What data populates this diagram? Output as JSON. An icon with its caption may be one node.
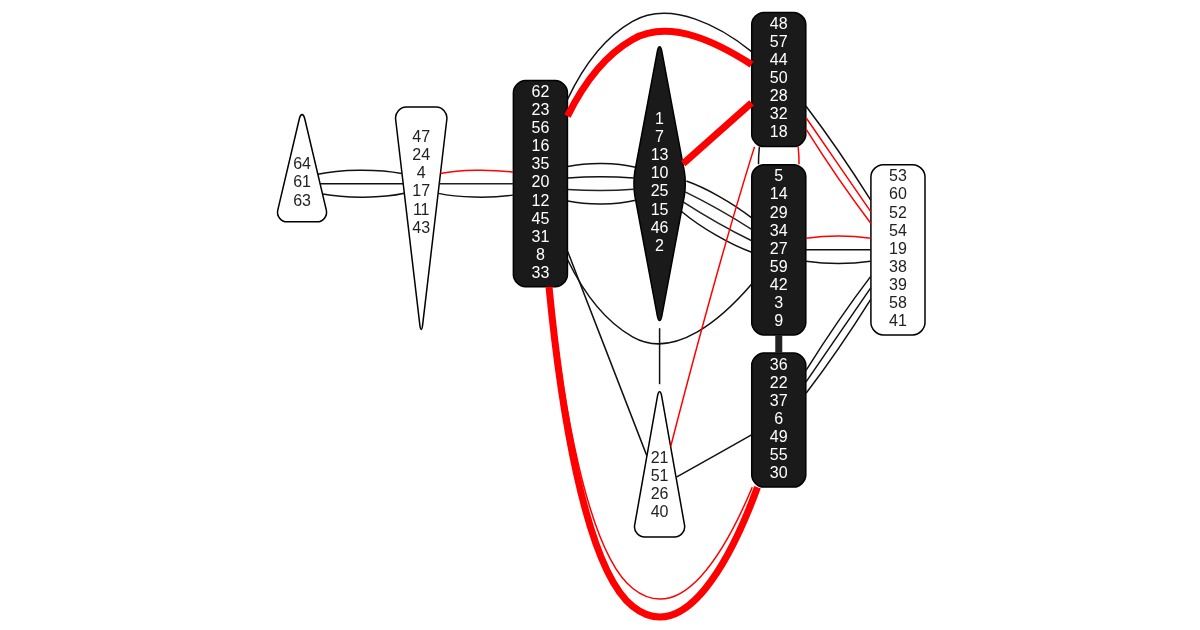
{
  "diagram": {
    "nodes": [
      {
        "text": [
          "64",
          "61",
          "63"
        ]
      },
      {
        "text": [
          "47",
          "24",
          "4",
          "17",
          "11",
          "43"
        ]
      },
      {
        "text": [
          "62",
          "23",
          "56",
          "16",
          "35",
          "20",
          "12",
          "45",
          "31",
          "8",
          "33"
        ]
      },
      {
        "text": [
          "1",
          "7",
          "13",
          "10",
          "25",
          "15",
          "46",
          "2"
        ]
      },
      {
        "text": [
          "21",
          "51",
          "26",
          "40"
        ]
      },
      {
        "text": [
          "48",
          "57",
          "44",
          "50",
          "28",
          "32",
          "18"
        ]
      },
      {
        "text": [
          "5",
          "14",
          "29",
          "34",
          "27",
          "59",
          "42",
          "3",
          "9"
        ]
      },
      {
        "text": [
          "36",
          "22",
          "37",
          "6",
          "49",
          "55",
          "30"
        ]
      },
      {
        "text": [
          "53",
          "60",
          "52",
          "54",
          "19",
          "38",
          "39",
          "58",
          "41"
        ]
      }
    ],
    "edges": [
      {
        "from": 0,
        "to": 1,
        "arrow": "none"
      },
      {
        "from": 0,
        "to": 1,
        "arrow": "none"
      },
      {
        "from": 0,
        "to": 1,
        "arrow": "none"
      },
      {
        "from": 1,
        "to": 2,
        "arrow": "none"
      },
      {
        "from": 1,
        "to": 2,
        "arrow": "none",
        "color": "#222222"
      },
      {
        "from": 1,
        "to": 2,
        "arrow": "none",
        "color": "#ff0000"
      },
      {
        "from": 2,
        "to": 3,
        "arrow": "none"
      },
      {
        "from": 2,
        "to": 3,
        "arrow": "none",
        "color": "#222222"
      },
      {
        "from": 2,
        "to": 3,
        "arrow": "none"
      },
      {
        "from": 2,
        "to": 3,
        "arrow": "none"
      },
      {
        "from": 2,
        "to": 4,
        "arrow": "none"
      },
      {
        "from": 2,
        "to": 5,
        "arrow": "none",
        "style": "thick",
        "color": "#ff0000"
      },
      {
        "from": 2,
        "to": 5,
        "arrow": "none"
      },
      {
        "from": 2,
        "to": 6,
        "arrow": "none"
      },
      {
        "from": 2,
        "to": 7,
        "arrow": "none",
        "style": "thick",
        "color": "#ff0000"
      },
      {
        "from": 2,
        "to": 7,
        "arrow": "none",
        "color": "#ff0000"
      },
      {
        "from": 3,
        "to": 5,
        "arrow": "none",
        "style": "thick",
        "color": "#ff0000"
      },
      {
        "from": 3,
        "to": 6,
        "arrow": "none"
      },
      {
        "from": 3,
        "to": 6,
        "arrow": "none",
        "color": "#222222"
      },
      {
        "from": 3,
        "to": 6,
        "arrow": "none",
        "color": "#222222"
      },
      {
        "from": 3,
        "to": 6,
        "arrow": "none"
      },
      {
        "from": 3,
        "to": 4,
        "arrow": "none"
      },
      {
        "from": 4,
        "to": 5,
        "arrow": "none",
        "color": "#ff0000"
      },
      {
        "from": 4,
        "to": 7,
        "arrow": "none"
      },
      {
        "from": 5,
        "to": 6,
        "arrow": "none",
        "color": "#ff0000"
      },
      {
        "from": 5,
        "to": 6,
        "arrow": "none"
      },
      {
        "from": 6,
        "to": 7,
        "arrow": "none",
        "style": "thick",
        "color": "#222222"
      },
      {
        "from": 5,
        "to": 8,
        "arrow": "none",
        "color": "#ff0000"
      },
      {
        "from": 5,
        "to": 8,
        "arrow": "none",
        "color": "#ff0000"
      },
      {
        "from": 5,
        "to": 8,
        "arrow": "none"
      },
      {
        "from": 6,
        "to": 8,
        "arrow": "none"
      },
      {
        "from": 6,
        "to": 8,
        "arrow": "none"
      },
      {
        "from": 6,
        "to": 8,
        "arrow": "none",
        "color": "#ff0000"
      },
      {
        "from": 7,
        "to": 8,
        "arrow": "none"
      },
      {
        "from": 7,
        "to": 8,
        "arrow": "none"
      },
      {
        "from": 7,
        "to": 8,
        "arrow": "none"
      }
    ]
  }
}
